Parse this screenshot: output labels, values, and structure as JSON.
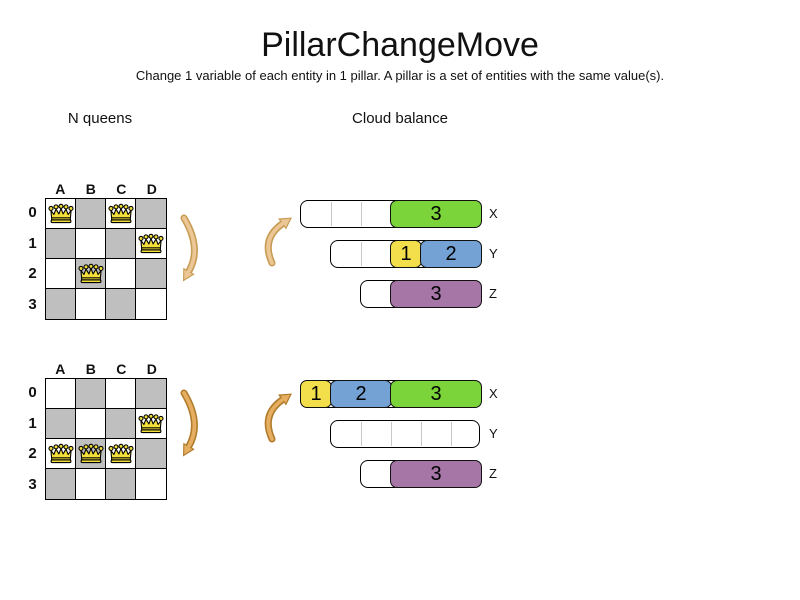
{
  "title": "PillarChangeMove",
  "subtitle": "Change 1 variable of each entity in 1 pillar. A pillar is a set of entities with the same value(s).",
  "left_section": {
    "label": "N queens"
  },
  "right_section": {
    "label": "Cloud balance"
  },
  "colors": {
    "board_gray": "#bfbfbf",
    "queen_yellow": "#f2df3a",
    "green": "#7bd439",
    "yellow": "#f3df4c",
    "blue": "#74a2d4",
    "purple": "#a677a6",
    "arrow_top_fill": "#ecc795",
    "arrow_top_stroke": "#c79c55",
    "arrow_bottom_fill": "#e6ae60",
    "arrow_bottom_stroke": "#b07c2c"
  },
  "boards": [
    {
      "name": "before",
      "columns": [
        "A",
        "B",
        "C",
        "D"
      ],
      "rows": [
        "0",
        "1",
        "2",
        "3"
      ],
      "queens": [
        {
          "row": 0,
          "col": 0
        },
        {
          "row": 0,
          "col": 2
        },
        {
          "row": 1,
          "col": 3
        },
        {
          "row": 2,
          "col": 1
        }
      ]
    },
    {
      "name": "after",
      "columns": [
        "A",
        "B",
        "C",
        "D"
      ],
      "rows": [
        "0",
        "1",
        "2",
        "3"
      ],
      "queens": [
        {
          "row": 1,
          "col": 3
        },
        {
          "row": 2,
          "col": 0
        },
        {
          "row": 2,
          "col": 1
        },
        {
          "row": 2,
          "col": 2
        }
      ]
    }
  ],
  "bar_groups": [
    {
      "name": "before",
      "bars": [
        {
          "label": "X",
          "units": 6,
          "segments": [
            {
              "type": "empty",
              "units": 3
            },
            {
              "type": "fill",
              "color": "green",
              "units": 3,
              "value": "3"
            }
          ]
        },
        {
          "label": "Y",
          "units": 5,
          "segments": [
            {
              "type": "empty",
              "units": 2
            },
            {
              "type": "fill",
              "color": "yellow",
              "units": 1,
              "value": "1"
            },
            {
              "type": "fill",
              "color": "blue",
              "units": 2,
              "value": "2"
            }
          ]
        },
        {
          "label": "Z",
          "units": 4,
          "segments": [
            {
              "type": "empty",
              "units": 1
            },
            {
              "type": "fill",
              "color": "purple",
              "units": 3,
              "value": "3"
            }
          ]
        }
      ]
    },
    {
      "name": "after",
      "bars": [
        {
          "label": "X",
          "units": 6,
          "segments": [
            {
              "type": "fill",
              "color": "yellow",
              "units": 1,
              "value": "1"
            },
            {
              "type": "fill",
              "color": "blue",
              "units": 2,
              "value": "2"
            },
            {
              "type": "fill",
              "color": "green",
              "units": 3,
              "value": "3"
            }
          ]
        },
        {
          "label": "Y",
          "units": 5,
          "segments": [
            {
              "type": "empty",
              "units": 5
            }
          ]
        },
        {
          "label": "Z",
          "units": 4,
          "segments": [
            {
              "type": "empty",
              "units": 1
            },
            {
              "type": "fill",
              "color": "purple",
              "units": 3,
              "value": "3"
            }
          ]
        }
      ]
    }
  ]
}
